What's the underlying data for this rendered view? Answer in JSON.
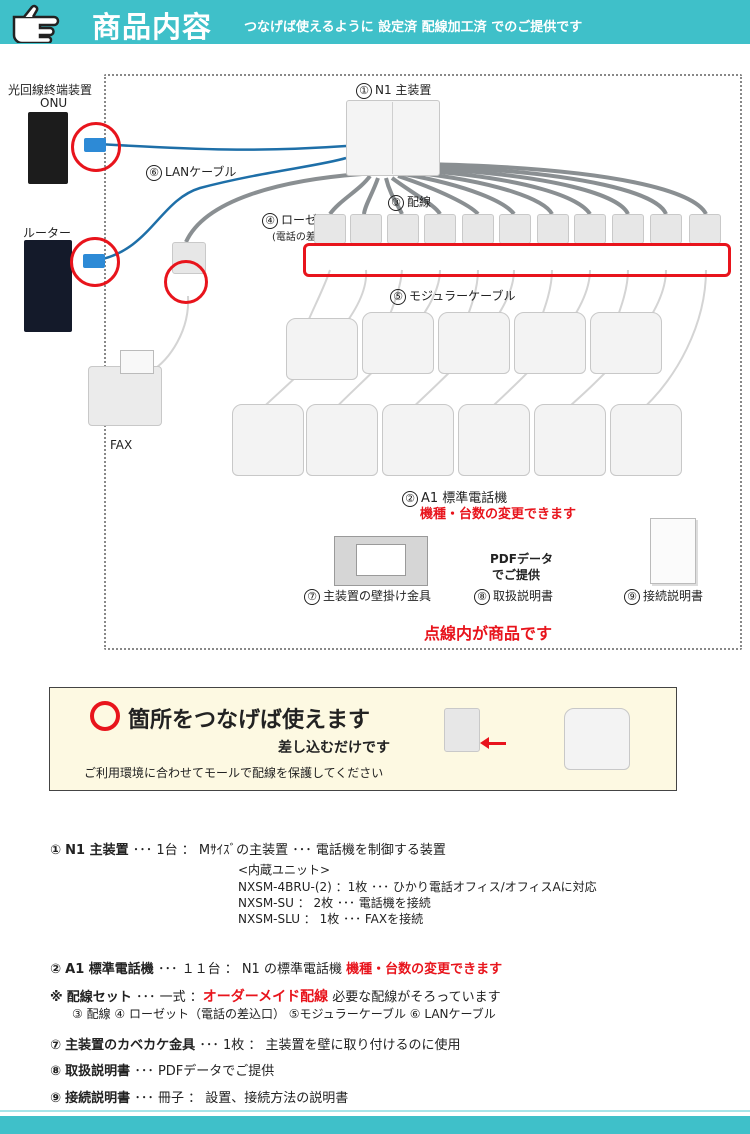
{
  "header": {
    "title": "商品内容",
    "subtitle": "つなげば使えるように 設定済 配線加工済 でのご提供です"
  },
  "diagram": {
    "onu_label_1": "光回線終端装置",
    "onu_label_2": "ONU",
    "router_label": "ルーター",
    "fax_label": "FAX",
    "main_unit_num": "①",
    "main_unit_label": "N1 主装置",
    "lan_num": "⑥",
    "lan_label": "LANケーブル",
    "wiring_num": "③",
    "wiring_label": "配線",
    "rosette_num": "④",
    "rosette_label": "ローゼット",
    "rosette_sub": "(電話の差込口)",
    "modular_num": "⑤",
    "modular_label": "モジュラーケーブル",
    "phone_num": "②",
    "phone_label": "A1 標準電話機",
    "phone_note": "機種・台数の変更できます",
    "bracket_num": "⑦",
    "bracket_label": "主装置の壁掛け金具",
    "pdf_label_1": "PDFデータ",
    "pdf_label_2": "でご提供",
    "manual_num": "⑧",
    "manual_label": "取扱説明書",
    "conn_num": "⑨",
    "conn_label": "接続説明書",
    "dotted_note": "点線内が商品です"
  },
  "notice": {
    "circle": "〇",
    "title": "箇所をつなげば使えます",
    "subtitle": "差し込むだけです",
    "note": "ご利用環境に合わせてモールで配線を保護してください"
  },
  "list": {
    "item1_num": "①",
    "item1_name": "N1 主装置",
    "item1_desc": "･･･ 1台 ： Mｻｲｽﾞの主装置 ･･･ 電話機を制御する装置",
    "item1_sub0": "<内蔵ユニット>",
    "item1_sub1": "NXSM-4BRU-(2) ：1枚 ･･･ ひかり電話オフィス/オフィスAに対応",
    "item1_sub2": "NXSM-SU ： 2枚 ･･･ 電話機を接続",
    "item1_sub3": "NXSM-SLU ： 1枚 ･･･ FAXを接続",
    "item2_num": "②",
    "item2_name": "A1 標準電話機",
    "item2_desc": "･･･ １１台 ： N1 の標準電話機",
    "item2_red": "機種・台数の変更できます",
    "item3_num": "※",
    "item3_name": "配線セット",
    "item3_desc": "･･･ 一式 ：",
    "item3_red": "オーダーメイド配線",
    "item3_tail": "必要な配線がそろっています",
    "item3_sub": "③ 配線 ④ ローゼット（電話の差込口） ⑤モジュラーケーブル ⑥ LANケーブル",
    "item7_num": "⑦",
    "item7_name": "主装置のカベカケ金具",
    "item7_desc": "･･･ 1枚 ： 主装置を壁に取り付けるのに使用",
    "item8_num": "⑧",
    "item8_name": "取扱説明書",
    "item8_desc": "･･･ PDFデータでご提供",
    "item9_num": "⑨",
    "item9_name": "接続説明書",
    "item9_desc": "･･･ 冊子 ： 設置、接続方法の説明書"
  },
  "colors": {
    "accent": "#3fc0c9",
    "red": "#e8141c",
    "cable_blue": "#1e6fa8",
    "cable_gray": "#8a8f92"
  }
}
